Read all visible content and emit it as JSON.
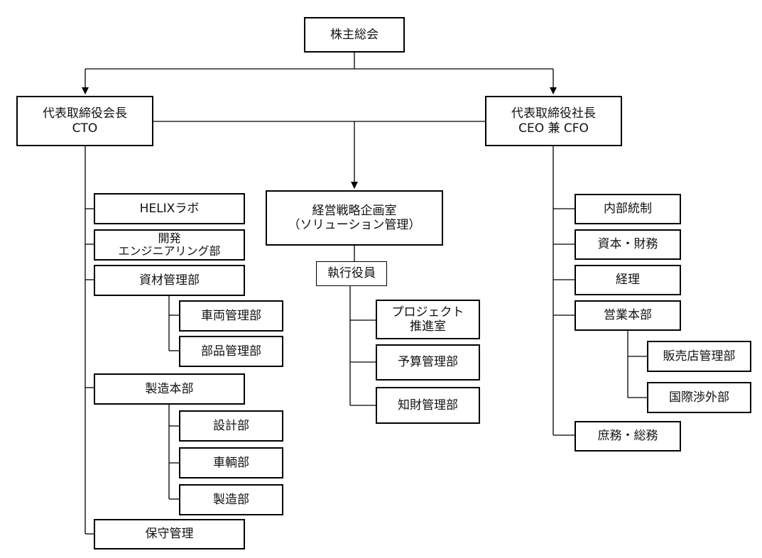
{
  "nodes": {
    "shareholders": "株主総会",
    "chairman": "代表取締役会長\nCTO",
    "president": "代表取締役社長\nCEO 兼 CFO",
    "strategy": "経営戦略企画室\n（ソリューション管理）",
    "officers": "執行役員",
    "helix": "HELIXラボ",
    "dev_eng": "開発\nエンジニアリング部",
    "materials": "資材管理部",
    "vehicle_mgmt": "車両管理部",
    "parts_mgmt": "部品管理部",
    "manufacturing_hq": "製造本部",
    "design": "設計部",
    "vehicle_dept": "車輌部",
    "manufacturing": "製造部",
    "maintenance": "保守管理",
    "project": "プロジェクト\n推進室",
    "budget": "予算管理部",
    "ip": "知財管理部",
    "internal_control": "内部統制",
    "capital_finance": "資本・財務",
    "accounting": "経理",
    "sales_hq": "営業本部",
    "dealer_mgmt": "販売店管理部",
    "international": "国際渉外部",
    "general_affairs": "庶務・総務"
  }
}
